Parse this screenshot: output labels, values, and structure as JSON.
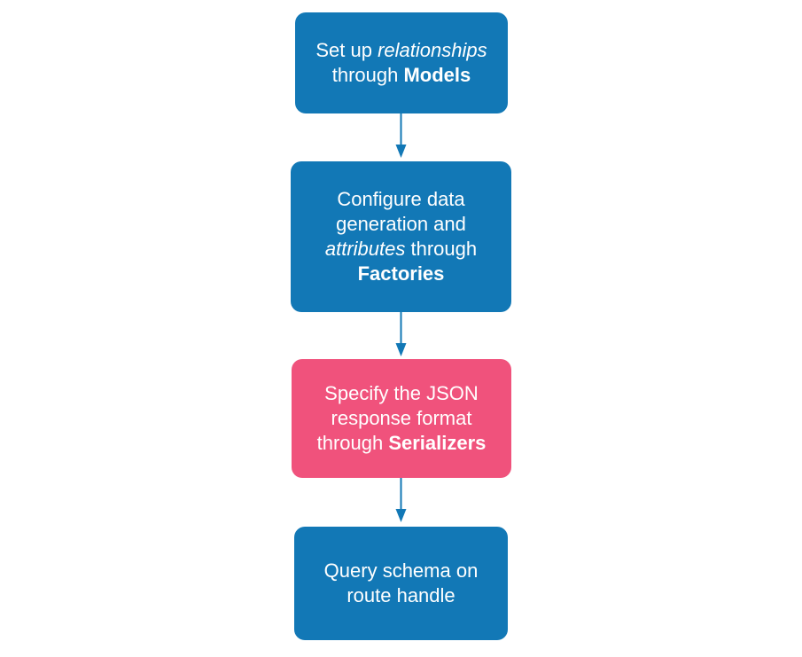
{
  "colors": {
    "blue": "#1278b6",
    "pink": "#f0527c",
    "arrow": "#1278b6",
    "text": "#ffffff"
  },
  "steps": [
    {
      "name": "setup-relationships-through-models",
      "variant": "blue",
      "lines": [
        {
          "segments": [
            {
              "text": "Set up ",
              "style": "normal"
            },
            {
              "text": "relationships",
              "style": "italic"
            }
          ]
        },
        {
          "segments": [
            {
              "text": "through ",
              "style": "normal"
            },
            {
              "text": "Models",
              "style": "bold"
            }
          ]
        }
      ]
    },
    {
      "name": "configure-data-generation-through-factories",
      "variant": "blue",
      "lines": [
        {
          "segments": [
            {
              "text": "Configure data",
              "style": "normal"
            }
          ]
        },
        {
          "segments": [
            {
              "text": "generation and",
              "style": "normal"
            }
          ]
        },
        {
          "segments": [
            {
              "text": "attributes",
              "style": "italic"
            },
            {
              "text": " through",
              "style": "normal"
            }
          ]
        },
        {
          "segments": [
            {
              "text": "Factories",
              "style": "bold"
            }
          ]
        }
      ]
    },
    {
      "name": "specify-json-response-through-serializers",
      "variant": "pink",
      "lines": [
        {
          "segments": [
            {
              "text": "Specify the JSON",
              "style": "normal"
            }
          ]
        },
        {
          "segments": [
            {
              "text": "response format",
              "style": "normal"
            }
          ]
        },
        {
          "segments": [
            {
              "text": "through ",
              "style": "normal"
            },
            {
              "text": "Serializers",
              "style": "bold"
            }
          ]
        }
      ]
    },
    {
      "name": "query-schema-on-route-handle",
      "variant": "blue",
      "lines": [
        {
          "segments": [
            {
              "text": "Query schema on",
              "style": "normal"
            }
          ]
        },
        {
          "segments": [
            {
              "text": "route handle",
              "style": "normal"
            }
          ]
        }
      ]
    }
  ]
}
